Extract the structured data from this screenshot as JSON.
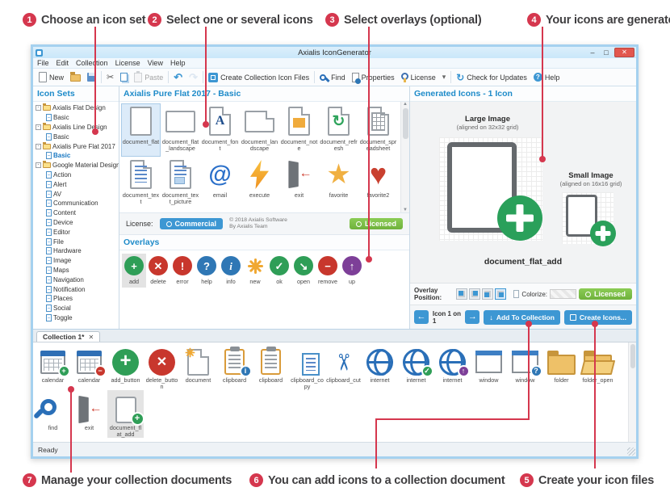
{
  "colors": {
    "callout_red": "#d5374e",
    "header_blue": "#1e8bc9",
    "button_blue": "#3d97d3",
    "licensed_green": "#6fb13c"
  },
  "callouts": {
    "top": [
      {
        "num": "1",
        "label": "Choose an icon set"
      },
      {
        "num": "2",
        "label": "Select one or several icons"
      },
      {
        "num": "3",
        "label": "Select overlays (optional)"
      },
      {
        "num": "4",
        "label": "Your icons are generated"
      }
    ],
    "bottom": [
      {
        "num": "7",
        "label": "Manage your collection documents"
      },
      {
        "num": "6",
        "label": "You can add icons to a collection document"
      },
      {
        "num": "5",
        "label": "Create your icon files"
      }
    ]
  },
  "window": {
    "title": "Axialis IconGenerator",
    "controls": {
      "minimize": "–",
      "maximize": "□",
      "close": "✕"
    },
    "menu": [
      "File",
      "Edit",
      "Collection",
      "License",
      "View",
      "Help"
    ],
    "toolbar": [
      {
        "type": "button",
        "icon": "new-doc-icon",
        "label": "New"
      },
      {
        "type": "button",
        "icon": "open-folder-icon",
        "label": ""
      },
      {
        "type": "button",
        "icon": "save-icon",
        "label": ""
      },
      {
        "type": "sep"
      },
      {
        "type": "button",
        "icon": "cut-icon",
        "label": ""
      },
      {
        "type": "button",
        "icon": "copy-icon",
        "label": ""
      },
      {
        "type": "button",
        "icon": "paste-icon",
        "label": "Paste",
        "disabled": true
      },
      {
        "type": "sep"
      },
      {
        "type": "button",
        "icon": "undo-icon",
        "label": ""
      },
      {
        "type": "button",
        "icon": "redo-icon",
        "label": "",
        "disabled": true
      },
      {
        "type": "sep"
      },
      {
        "type": "button",
        "icon": "create-collection-icon",
        "label": "Create Collection Icon Files"
      },
      {
        "type": "sep"
      },
      {
        "type": "button",
        "icon": "find-icon",
        "label": "Find"
      },
      {
        "type": "button",
        "icon": "properties-icon",
        "label": "Properties"
      },
      {
        "type": "button",
        "icon": "license-icon",
        "label": "License"
      },
      {
        "type": "button",
        "icon": "caret-down-icon",
        "label": ""
      },
      {
        "type": "sep"
      },
      {
        "type": "button",
        "icon": "check-updates-icon",
        "label": "Check for Updates"
      },
      {
        "type": "button",
        "icon": "help-icon",
        "label": "Help"
      }
    ],
    "status": "Ready"
  },
  "icon_sets": {
    "header": "Icon Sets",
    "tree": [
      {
        "label": "Axialis Flat Design",
        "depth": 0
      },
      {
        "label": "Basic",
        "depth": 1
      },
      {
        "label": "Axialis Line Design",
        "depth": 0
      },
      {
        "label": "Basic",
        "depth": 1
      },
      {
        "label": "Axialis Pure Flat 2017",
        "depth": 0
      },
      {
        "label": "Basic",
        "depth": 1,
        "selected": true
      },
      {
        "label": "Google Material Design",
        "depth": 0
      },
      {
        "label": "Action",
        "depth": 1
      },
      {
        "label": "Alert",
        "depth": 1
      },
      {
        "label": "AV",
        "depth": 1
      },
      {
        "label": "Communication",
        "depth": 1
      },
      {
        "label": "Content",
        "depth": 1
      },
      {
        "label": "Device",
        "depth": 1
      },
      {
        "label": "Editor",
        "depth": 1
      },
      {
        "label": "File",
        "depth": 1
      },
      {
        "label": "Hardware",
        "depth": 1
      },
      {
        "label": "Image",
        "depth": 1
      },
      {
        "label": "Maps",
        "depth": 1
      },
      {
        "label": "Navigation",
        "depth": 1
      },
      {
        "label": "Notification",
        "depth": 1
      },
      {
        "label": "Places",
        "depth": 1
      },
      {
        "label": "Social",
        "depth": 1
      },
      {
        "label": "Toggle",
        "depth": 1
      }
    ]
  },
  "gallery": {
    "header": "Axialis Pure Flat 2017 - Basic",
    "icons": [
      {
        "label": "document_flat",
        "ic": "doc-plain",
        "selected": true
      },
      {
        "label": "document_flat_landscape",
        "ic": "doc-land-plain"
      },
      {
        "label": "document_font",
        "ic": "doc-font"
      },
      {
        "label": "document_landscape",
        "ic": "doc-land"
      },
      {
        "label": "document_note",
        "ic": "doc-note"
      },
      {
        "label": "document_refresh",
        "ic": "doc-refresh"
      },
      {
        "label": "document_spreadsheet",
        "ic": "doc-sheet"
      },
      {
        "label": "document_text",
        "ic": "doc-text"
      },
      {
        "label": "document_text_picture",
        "ic": "doc-textpic"
      },
      {
        "label": "email",
        "ic": "email"
      },
      {
        "label": "execute",
        "ic": "execute"
      },
      {
        "label": "exit",
        "ic": "exit"
      },
      {
        "label": "favorite",
        "ic": "star"
      },
      {
        "label": "favorite2",
        "ic": "heart"
      }
    ],
    "license": {
      "label": "License:",
      "type": "Commercial",
      "copyright": "© 2018 Axialis Software",
      "by": "By Axialis Team",
      "licensed": "Licensed"
    }
  },
  "overlays": {
    "header": "Overlays",
    "items": [
      {
        "label": "add",
        "glyph": "+",
        "color": "green",
        "selected": true
      },
      {
        "label": "delete",
        "glyph": "✕",
        "color": "red"
      },
      {
        "label": "error",
        "glyph": "!",
        "color": "red"
      },
      {
        "label": "help",
        "glyph": "?",
        "color": "blue"
      },
      {
        "label": "info",
        "glyph": "i",
        "color": "blue"
      },
      {
        "label": "new",
        "glyph": "burst",
        "color": "none"
      },
      {
        "label": "ok",
        "glyph": "✓",
        "color": "green"
      },
      {
        "label": "open",
        "glyph": "↘",
        "color": "green"
      },
      {
        "label": "remove",
        "glyph": "−",
        "color": "red"
      },
      {
        "label": "up",
        "glyph": "↑",
        "color": "purple"
      }
    ]
  },
  "generated": {
    "header": "Generated Icons - 1 Icon",
    "large_title": "Large Image",
    "large_sub": "(aligned on 32x32 grid)",
    "small_title": "Small Image",
    "small_sub": "(aligned on 16x16 grid)",
    "result": "document_flat_add",
    "overlay_position_label": "Overlay Position:",
    "positions": [
      "top-left",
      "top-right",
      "bottom-left",
      "bottom-right"
    ],
    "position_selected": "bottom-right",
    "colorize_label": "Colorize:",
    "licensed": "Licensed",
    "nav_text": "Icon 1 on 1",
    "prev_icon": "←",
    "next_icon": "→",
    "add_button": "Add To Collection",
    "create_button": "Create Icons..."
  },
  "collection": {
    "tab": "Collection 1*",
    "close_icon": "✕",
    "row1": [
      {
        "label": "calendar",
        "ic": "calendar",
        "badge": {
          "glyph": "+",
          "color": "green"
        }
      },
      {
        "label": "calendar",
        "ic": "calendar",
        "badge": {
          "glyph": "−",
          "color": "red"
        }
      },
      {
        "label": "add_button",
        "ic": "circle-add"
      },
      {
        "label": "delete_button",
        "ic": "circle-delete"
      },
      {
        "label": "document",
        "ic": "doc-burst"
      },
      {
        "label": "clipboard",
        "ic": "clipboard",
        "badge": {
          "glyph": "i",
          "color": "blue"
        }
      },
      {
        "label": "clipboard",
        "ic": "clipboard"
      },
      {
        "label": "clipboard_copy",
        "ic": "copy"
      },
      {
        "label": "clipboard_cut",
        "ic": "scissors"
      },
      {
        "label": "internet",
        "ic": "globe"
      },
      {
        "label": "internet",
        "ic": "globe",
        "badge": {
          "glyph": "✓",
          "color": "green"
        }
      },
      {
        "label": "internet",
        "ic": "globe",
        "badge": {
          "glyph": "↑",
          "color": "purple"
        }
      },
      {
        "label": "window",
        "ic": "window"
      },
      {
        "label": "window",
        "ic": "window",
        "badge": {
          "glyph": "?",
          "color": "blue"
        }
      },
      {
        "label": "folder",
        "ic": "folder"
      },
      {
        "label": "folder_open",
        "ic": "folder-open"
      }
    ],
    "row2": [
      {
        "label": "find",
        "ic": "magnifier"
      },
      {
        "label": "exit",
        "ic": "exit-door"
      },
      {
        "label": "document_flat_add",
        "ic": "doc-flat-add",
        "selected": true,
        "badge": {
          "glyph": "+",
          "color": "green",
          "large": true
        }
      }
    ]
  }
}
